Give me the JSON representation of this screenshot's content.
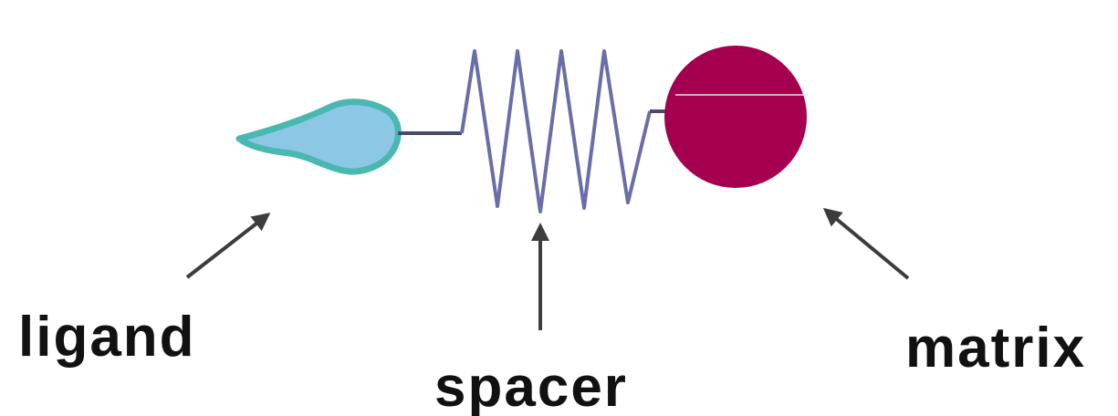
{
  "labels": {
    "ligand": "ligand",
    "spacer": "spacer",
    "matrix": "matrix"
  },
  "colors": {
    "background": "#ffffff",
    "ligand_fill": "#8cc8e6",
    "ligand_edge": "#49b8b0",
    "spacer_line": "#6a6ea8",
    "linker_line": "#4a4a6a",
    "matrix_fill": "#a5004f",
    "arrow": "#3c3c3c",
    "text": "#111111"
  }
}
